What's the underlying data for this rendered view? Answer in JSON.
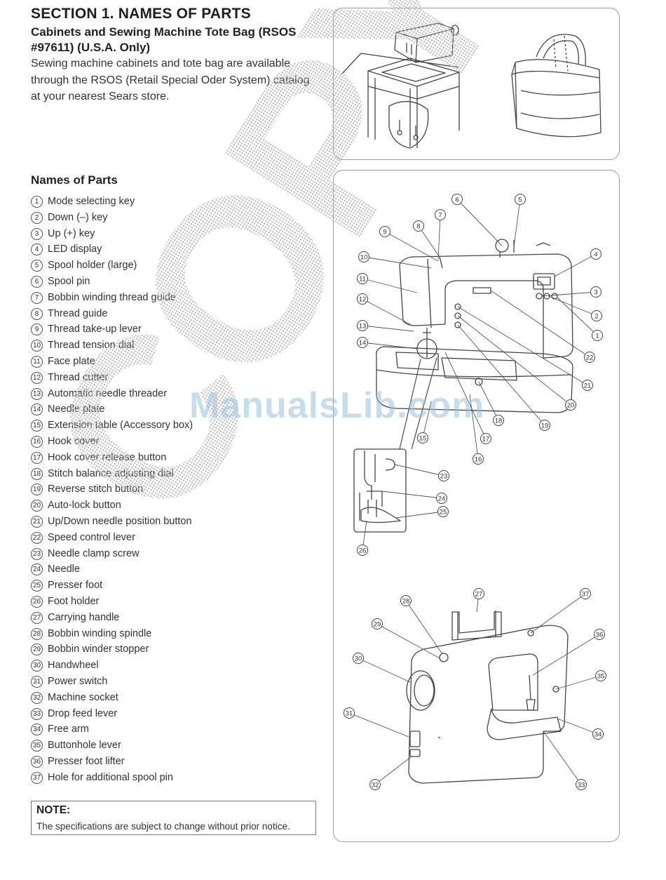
{
  "section_title": "SECTION 1. NAMES OF PARTS",
  "subtitle": "Cabinets and Sewing Machine Tote Bag (RSOS #97611) (U.S.A. Only)",
  "intro": "Sewing machine cabinets and tote bag are available through the RSOS (Retail Special Oder System) catalog at your nearest Sears store.",
  "parts_heading": "Names of Parts",
  "parts": [
    {
      "num": "1",
      "name": "Mode selecting key"
    },
    {
      "num": "2",
      "name": "Down (–) key"
    },
    {
      "num": "3",
      "name": "Up (+) key"
    },
    {
      "num": "4",
      "name": "LED display"
    },
    {
      "num": "5",
      "name": "Spool holder (large)"
    },
    {
      "num": "6",
      "name": "Spool pin"
    },
    {
      "num": "7",
      "name": "Bobbin winding thread guide"
    },
    {
      "num": "8",
      "name": "Thread guide"
    },
    {
      "num": "9",
      "name": "Thread take-up lever"
    },
    {
      "num": "10",
      "name": "Thread tension dial"
    },
    {
      "num": "11",
      "name": "Face plate"
    },
    {
      "num": "12",
      "name": "Thread cutter"
    },
    {
      "num": "13",
      "name": "Automatic needle threader"
    },
    {
      "num": "14",
      "name": "Needle plate"
    },
    {
      "num": "15",
      "name": "Extension table (Accessory box)"
    },
    {
      "num": "16",
      "name": "Hook cover"
    },
    {
      "num": "17",
      "name": "Hook cover release button"
    },
    {
      "num": "18",
      "name": "Stitch balance adjusting dial"
    },
    {
      "num": "19",
      "name": "Reverse stitch button"
    },
    {
      "num": "20",
      "name": "Auto-lock button"
    },
    {
      "num": "21",
      "name": "Up/Down needle position button"
    },
    {
      "num": "22",
      "name": "Speed control lever"
    },
    {
      "num": "23",
      "name": "Needle clamp screw"
    },
    {
      "num": "24",
      "name": "Needle"
    },
    {
      "num": "25",
      "name": "Presser foot"
    },
    {
      "num": "26",
      "name": "Foot holder"
    },
    {
      "num": "27",
      "name": "Carrying handle"
    },
    {
      "num": "28",
      "name": "Bobbin winding spindle"
    },
    {
      "num": "29",
      "name": "Bobbin winder stopper"
    },
    {
      "num": "30",
      "name": "Handwheel"
    },
    {
      "num": "31",
      "name": "Power switch"
    },
    {
      "num": "32",
      "name": "Machine socket"
    },
    {
      "num": "33",
      "name": "Drop feed lever"
    },
    {
      "num": "34",
      "name": "Free arm"
    },
    {
      "num": "35",
      "name": "Buttonhole lever"
    },
    {
      "num": "36",
      "name": "Presser foot lifter"
    },
    {
      "num": "37",
      "name": "Hole for additional spool pin"
    }
  ],
  "note": {
    "title": "NOTE:",
    "text": "The specifications are subject to change without prior notice."
  },
  "watermark": {
    "copy": "COPY",
    "site": "ManualsLib.com"
  },
  "callouts": {
    "front": [
      "1",
      "2",
      "3",
      "4",
      "5",
      "6",
      "7",
      "8",
      "9",
      "10",
      "11",
      "12",
      "13",
      "14",
      "15",
      "16",
      "17",
      "18",
      "19",
      "20",
      "21",
      "22"
    ],
    "inset": [
      "23",
      "24",
      "25",
      "26"
    ],
    "rear": [
      "27",
      "28",
      "29",
      "30",
      "31",
      "32",
      "33",
      "34",
      "35",
      "36",
      "37"
    ]
  },
  "colors": {
    "text": "#2a2a2a",
    "line_art": "#444444",
    "frame": "#9a9a9a",
    "watermark_gray": "#c4c4c4",
    "watermark_blue": "#9cc2de"
  }
}
